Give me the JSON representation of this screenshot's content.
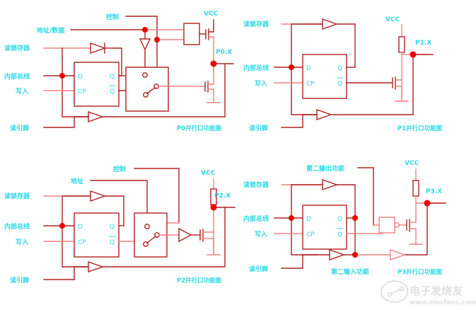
{
  "page": {
    "title": "8051 P0-P3 parallel port function diagrams",
    "background": "#ffffff",
    "wire_color_dark": "#b02020",
    "wire_color_light": "#f08080",
    "node_color": "#ee0000",
    "label_color": "#2fd8e8"
  },
  "watermark": {
    "brand": "电子发烧友",
    "url": "www.elecfans.com"
  },
  "common": {
    "read_latch": "读锁存器",
    "internal_bus": "内部总线",
    "write": "写入",
    "read_pin": "读引脚",
    "vcc": "VCC",
    "ff_d": "D",
    "ff_cp": "CP",
    "ff_q": "Q",
    "ff_qbar": "Q"
  },
  "diagrams": [
    {
      "id": "p0",
      "caption": "P0并行口功能图",
      "pin_label": "P0.X",
      "labels": {
        "top_left": "地址/数据",
        "top_right": "控制",
        "read_latch": "读锁存器",
        "internal_bus": "内部总线",
        "write": "写入",
        "read_pin": "读引脚",
        "vcc": "VCC"
      },
      "elements": [
        "d-flip-flop",
        "mux-switch",
        "and-gate",
        "inverter",
        "upper-fet",
        "lower-fet",
        "tri-state-buffer-latch",
        "tri-state-buffer-pin"
      ]
    },
    {
      "id": "p1",
      "caption": "P1并行口功能图",
      "pin_label": "P1.X",
      "labels": {
        "read_latch": "读锁存器",
        "internal_bus": "内部总线",
        "write": "写入",
        "read_pin": "读引脚",
        "vcc": "VCC"
      },
      "elements": [
        "d-flip-flop",
        "pullup-resistor",
        "lower-fet",
        "tri-state-buffer-latch",
        "tri-state-buffer-pin"
      ]
    },
    {
      "id": "p2",
      "caption": "P2并行口功能图",
      "pin_label": "P2.X",
      "labels": {
        "address": "地址",
        "control": "控制",
        "read_latch": "读锁存器",
        "internal_bus": "内部总线",
        "write": "写入",
        "read_pin": "读引脚",
        "vcc": "VCC"
      },
      "elements": [
        "d-flip-flop",
        "mux-switch",
        "buffer",
        "pullup-resistor",
        "lower-fet",
        "tri-state-buffer-latch",
        "tri-state-buffer-pin"
      ]
    },
    {
      "id": "p3",
      "caption": "P3并行口功能图",
      "pin_label": "P3.X",
      "labels": {
        "second_output": "第二输出功能",
        "second_input": "第二输入功能",
        "read_latch": "读锁存器",
        "internal_bus": "内部总线",
        "write": "写入",
        "read_pin": "读引脚",
        "vcc": "VCC"
      },
      "elements": [
        "d-flip-flop",
        "nand-gate",
        "pullup-resistor",
        "lower-fet",
        "tri-state-buffer-latch",
        "tri-state-buffer-pin",
        "second-input-buffer"
      ]
    }
  ]
}
